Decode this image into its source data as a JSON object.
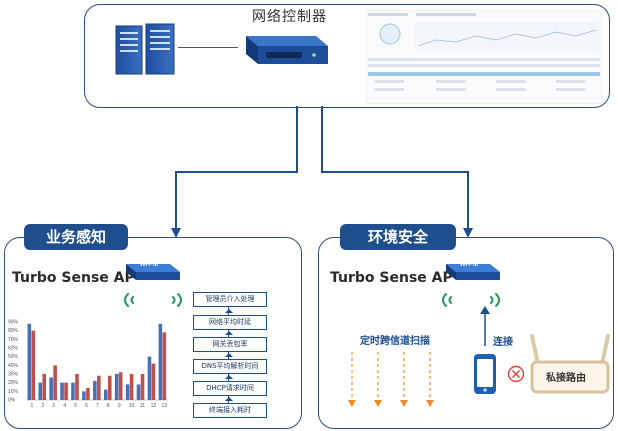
{
  "controller": {
    "title": "网络控制器"
  },
  "business": {
    "tag": "业务感知",
    "brand": "Turbo Sense AP",
    "wifi_label": "Wi-Fi6",
    "steps": [
      "管理员介入处理",
      "网络平均时延",
      "网关丢包率",
      "DNS平均解析时间",
      "DHCP请求时间",
      "终端接入耗时"
    ]
  },
  "security": {
    "tag": "环境安全",
    "brand": "Turbo Sense AP",
    "wifi_label": "Wi-Fi6",
    "scan_label": "定时跨信道扫描",
    "connect_label": "连接",
    "rogue_label": "私接路由"
  },
  "colors": {
    "primary": "#1e4f8c",
    "bar_blue": "#4a6fb5",
    "bar_red": "#c0504d",
    "orange": "#f08a24",
    "green": "#2e9e5e"
  },
  "chart_data": {
    "type": "bar",
    "categories": [
      "1",
      "2",
      "3",
      "4",
      "5",
      "6",
      "7",
      "8",
      "9",
      "10",
      "11",
      "12",
      "13"
    ],
    "ylim": [
      0,
      90
    ],
    "yticks": [
      "90%",
      "80%",
      "70%",
      "60%",
      "50%",
      "40%",
      "30%",
      "20%",
      "10%",
      "0%"
    ],
    "series": [
      {
        "name": "",
        "values": [
          88,
          20,
          26,
          20,
          20,
          10,
          22,
          12,
          30,
          18,
          18,
          50,
          88
        ]
      },
      {
        "name": "",
        "values": [
          80,
          30,
          40,
          20,
          30,
          14,
          28,
          28,
          32,
          30,
          30,
          42,
          78
        ]
      }
    ]
  }
}
